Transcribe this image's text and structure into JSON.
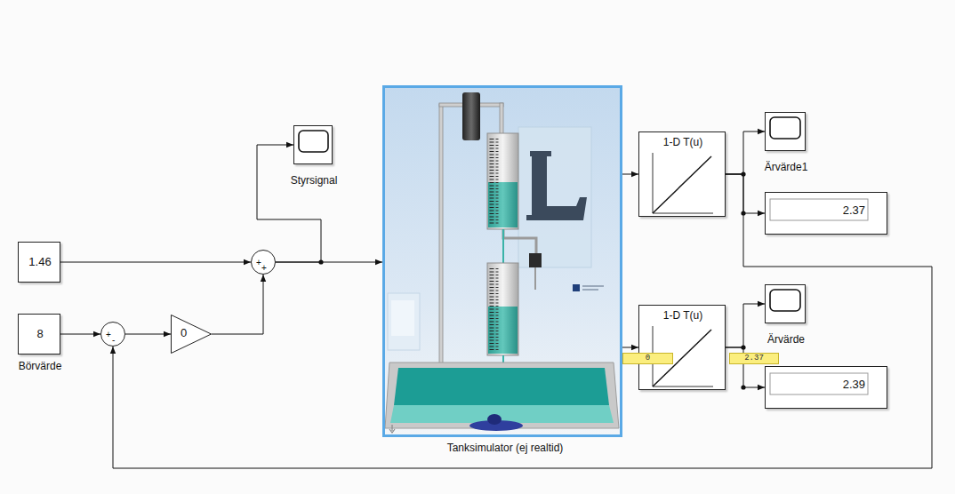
{
  "diagram": {
    "nodes": [
      {
        "text": [
          "1.46"
        ]
      },
      {
        "text": [
          "8",
          "Börvärde"
        ]
      },
      {
        "text": [
          "+",
          "+"
        ]
      },
      {
        "text": [
          "+",
          "-"
        ]
      },
      {
        "text": [
          "0"
        ]
      },
      {
        "text": [
          "Styrsignal"
        ]
      },
      {
        "text": [
          "Tanksimulator (ej realtid)"
        ]
      },
      {
        "text": [
          "1-D T(u)"
        ]
      },
      {
        "text": [
          "1-D T(u)"
        ]
      },
      {
        "text": [
          "Ärvärde1"
        ]
      },
      {
        "text": [
          "2.37"
        ]
      },
      {
        "text": [
          "Ärvärde"
        ]
      },
      {
        "text": [
          "2.39"
        ]
      }
    ],
    "edges": [
      {
        "from": 0,
        "to": 2,
        "arrow": "to"
      },
      {
        "from": 4,
        "to": 2,
        "arrow": "to"
      },
      {
        "from": 1,
        "to": 3,
        "arrow": "to"
      },
      {
        "from": 3,
        "to": 4,
        "arrow": "to"
      },
      {
        "from": 2,
        "to": 6,
        "arrow": "to"
      },
      {
        "from": 2,
        "to": 5,
        "arrow": "to"
      },
      {
        "from": 6,
        "to": 7,
        "arrow": "to"
      },
      {
        "from": 6,
        "to": 8,
        "arrow": "to"
      },
      {
        "from": 7,
        "to": 9,
        "arrow": "to"
      },
      {
        "from": 7,
        "to": 10,
        "arrow": "to"
      },
      {
        "from": 8,
        "to": 11,
        "arrow": "to"
      },
      {
        "from": 8,
        "to": 12,
        "arrow": "to"
      },
      {
        "from": 7,
        "to": 3,
        "arrow": "to"
      }
    ],
    "labels": [
      "0",
      "2.37"
    ]
  }
}
